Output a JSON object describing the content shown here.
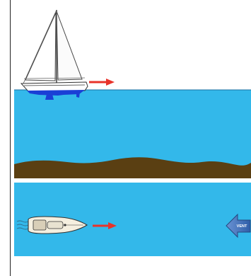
{
  "colors": {
    "sea": "#33b8ea",
    "seabed": "#5a3f12",
    "hull": "#ffffff",
    "keel": "#1a3fd6",
    "arrow": "#e8332a",
    "wind_arrow": "#3d6fb8",
    "frame_line": "#222222"
  },
  "panels": [
    {
      "name": "side-view",
      "shows": [
        "sailboat",
        "heading-arrow",
        "sea",
        "seabed"
      ]
    },
    {
      "name": "top-view",
      "shows": [
        "boat-top",
        "heading-arrow",
        "wind-arrow"
      ]
    }
  ],
  "wind_arrow": {
    "label": "VENT"
  }
}
